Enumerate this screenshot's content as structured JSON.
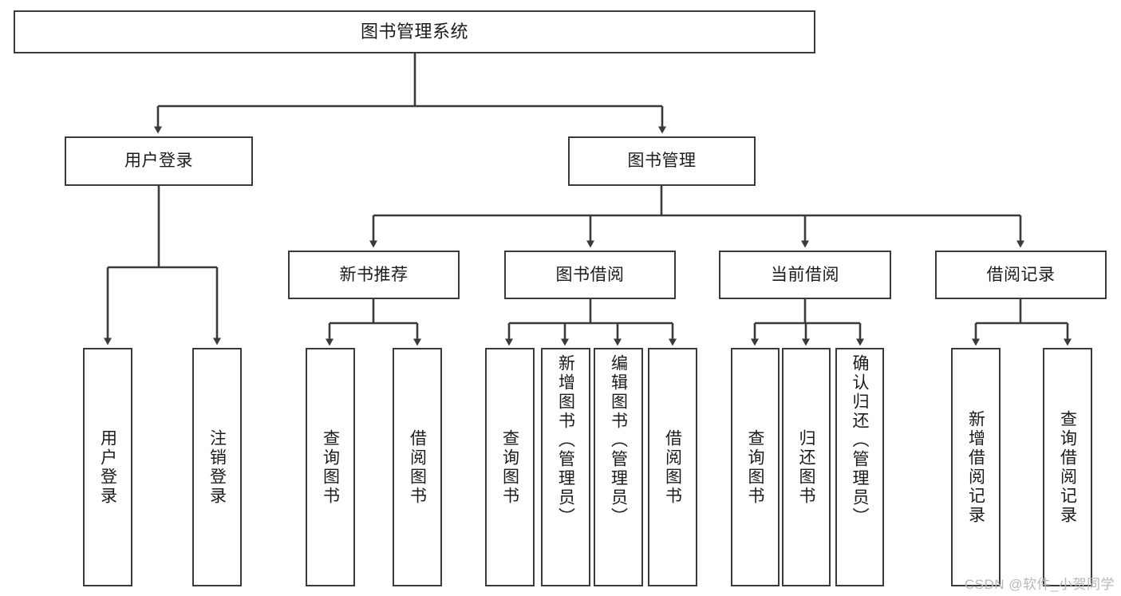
{
  "diagram": {
    "title": "图书管理系统",
    "type": "tree",
    "watermark": "CSDN @软件_小贺同学",
    "colors": {
      "box_border": "#3a3a3a",
      "box_fill": "#ffffff",
      "line": "#3a3a3a",
      "text": "#1b1b1b",
      "watermark": "#b8b8b8"
    },
    "root": {
      "label": "图书管理系统"
    },
    "level2": [
      {
        "label": "用户登录"
      },
      {
        "label": "图书管理"
      }
    ],
    "level3": [
      {
        "label": "新书推荐"
      },
      {
        "label": "图书借阅"
      },
      {
        "label": "当前借阅"
      },
      {
        "label": "借阅记录"
      }
    ],
    "leaves": {
      "user_login": [
        {
          "label": "用户登录"
        },
        {
          "label": "注销登录"
        }
      ],
      "new_book_recommend": [
        {
          "label": "查询图书"
        },
        {
          "label": "借阅图书"
        }
      ],
      "book_borrow": [
        {
          "label": "查询图书"
        },
        {
          "label": "新增图书（管理员）"
        },
        {
          "label": "编辑图书（管理员）"
        },
        {
          "label": "借阅图书"
        }
      ],
      "current_borrow": [
        {
          "label": "查询图书"
        },
        {
          "label": "归还图书"
        },
        {
          "label": "确认归还（管理员）"
        }
      ],
      "borrow_records": [
        {
          "label": "新增借阅记录"
        },
        {
          "label": "查询借阅记录"
        }
      ]
    }
  }
}
